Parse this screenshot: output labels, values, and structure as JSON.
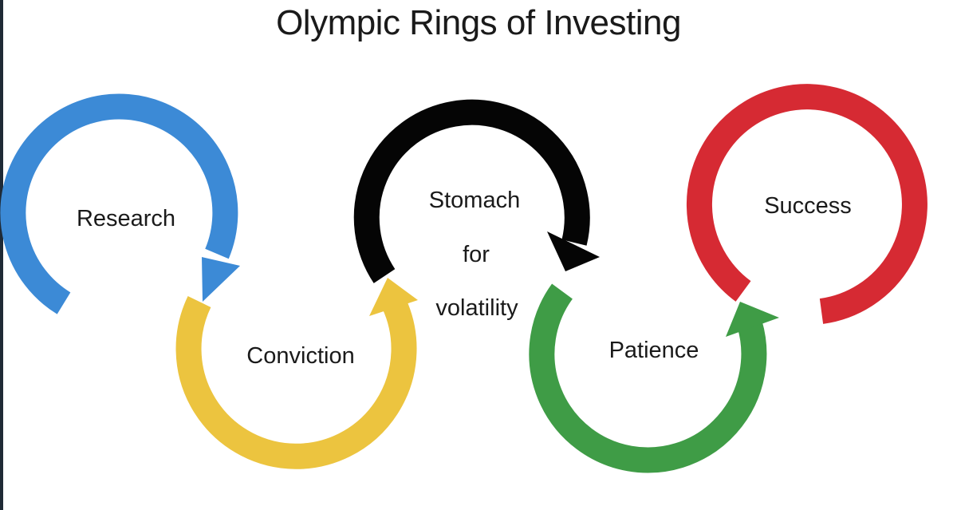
{
  "title": "Olympic Rings of Investing",
  "rings": [
    {
      "label": "Research",
      "color": "#3c8ad6"
    },
    {
      "label": "Conviction",
      "color": "#ecc43f"
    },
    {
      "label_lines": [
        "Stomach",
        "for",
        "volatility"
      ],
      "color": "#050505"
    },
    {
      "label": "Patience",
      "color": "#3f9c46"
    },
    {
      "label": "Success",
      "color": "#d62a33"
    }
  ]
}
